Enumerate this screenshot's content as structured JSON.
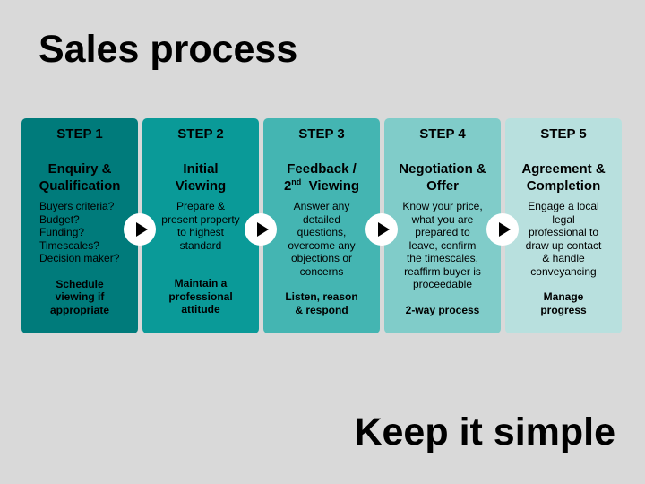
{
  "title": "Sales process",
  "tagline": "Keep it simple",
  "steps": [
    {
      "label": "STEP 1",
      "heading_lines": [
        "Enquiry &",
        "Qualification"
      ],
      "body_lines": [
        "Buyers criteria?",
        "Budget?",
        "Funding?",
        "Timescales?",
        "Decision maker?"
      ],
      "footer_lines": [
        "Schedule",
        "viewing if",
        "appropriate"
      ],
      "bg_color": "#007b7b",
      "text_color": "#000000"
    },
    {
      "label": "STEP 2",
      "heading_lines": [
        "Initial",
        "Viewing"
      ],
      "body_lines": [
        "Prepare &",
        "present property",
        "to highest",
        "standard"
      ],
      "footer_lines": [
        "Maintain a",
        "professional",
        "attitude"
      ],
      "bg_color": "#0a9a98",
      "text_color": "#000000"
    },
    {
      "label": "STEP 3",
      "heading_line1": "Feedback /",
      "heading_line2_main": "2",
      "heading_line2_sup": "nd",
      "heading_line2_rest": "  Viewing",
      "body_lines": [
        "Answer any",
        "detailed",
        "questions,",
        "overcome any",
        "objections or",
        "concerns"
      ],
      "footer_lines": [
        "Listen, reason",
        "& respond"
      ],
      "bg_color": "#44b5b2",
      "text_color": "#000000"
    },
    {
      "label": "STEP 4",
      "heading_lines": [
        "Negotiation &",
        "Offer"
      ],
      "body_lines": [
        "Know your price,",
        "what you are",
        "prepared to",
        "leave, confirm",
        "the timescales,",
        "reaffirm buyer is",
        "proceedable"
      ],
      "footer_lines": [
        "2-way process"
      ],
      "bg_color": "#80ccc9",
      "text_color": "#000000"
    },
    {
      "label": "STEP 5",
      "heading_lines": [
        "Agreement &",
        "Completion"
      ],
      "body_lines": [
        "Engage a local",
        "legal",
        "professional to",
        "draw up contact",
        "& handle",
        "conveyancing"
      ],
      "footer_lines": [
        "Manage",
        "progress"
      ],
      "bg_color": "#b8e0de",
      "text_color": "#000000"
    }
  ],
  "arrows": [
    {
      "icon": "play-arrow-icon"
    },
    {
      "icon": "play-arrow-icon"
    },
    {
      "icon": "play-arrow-icon"
    },
    {
      "icon": "play-arrow-icon"
    }
  ]
}
